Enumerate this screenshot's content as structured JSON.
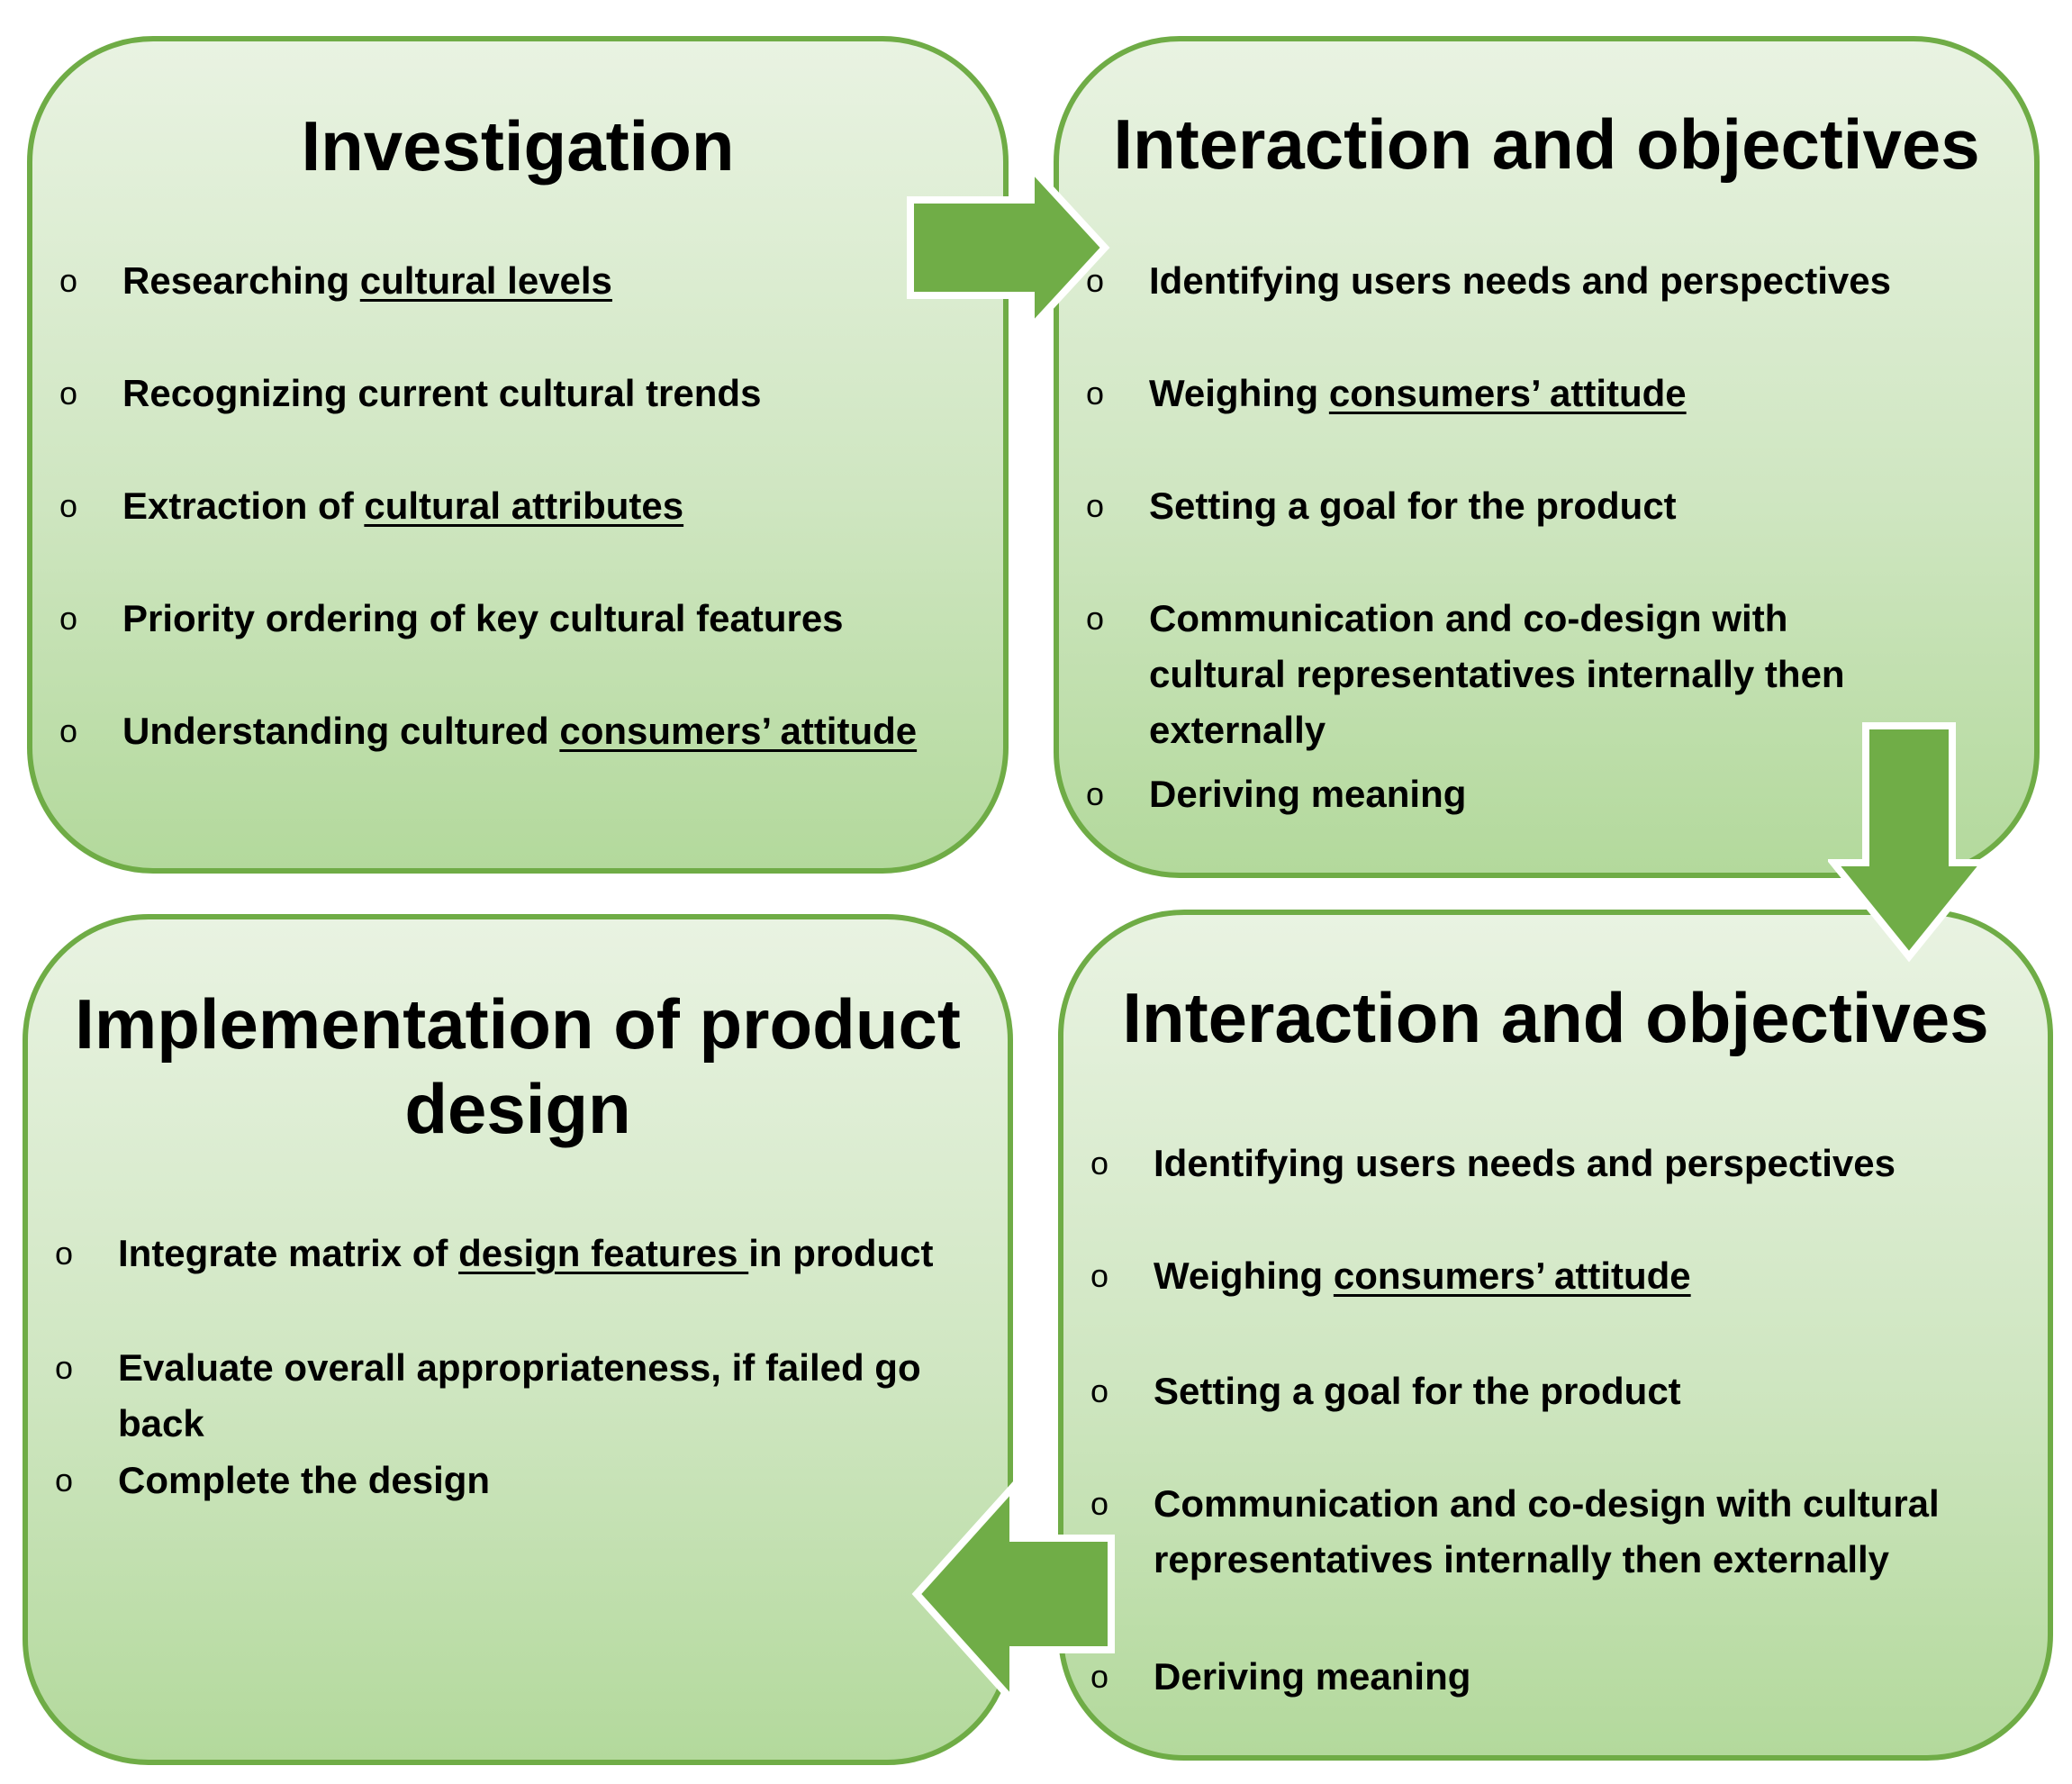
{
  "colors": {
    "border": "#6fac46",
    "arrow_fill": "#70ad47",
    "fill_top": "#e9f3e2",
    "fill_bottom": "#b3d99c"
  },
  "bullet": "o",
  "panels": [
    {
      "title": "Investigation",
      "items": [
        {
          "pre": "Researching ",
          "u": "cultural levels",
          "post": ""
        },
        {
          "pre": "Recognizing current cultural trends",
          "u": "",
          "post": ""
        },
        {
          "pre": "Extraction of ",
          "u": "cultural attributes",
          "post": ""
        },
        {
          "pre": "Priority ordering of key cultural features",
          "u": "",
          "post": ""
        },
        {
          "pre": "Understanding cultured ",
          "u": "consumers’ attitude",
          "post": ""
        }
      ]
    },
    {
      "title": "Interaction and objectives",
      "items": [
        {
          "pre": "Identifying users needs and perspectives",
          "u": "",
          "post": ""
        },
        {
          "pre": "Weighing ",
          "u": "consumers’ attitude",
          "post": ""
        },
        {
          "pre": "Setting a goal for the product",
          "u": "",
          "post": ""
        },
        {
          "pre": "Communication and co-design with cultural representatives internally then externally",
          "u": "",
          "post": ""
        },
        {
          "pre": "Deriving meaning",
          "u": "",
          "post": ""
        }
      ]
    },
    {
      "title": "Implementation of product design",
      "items": [
        {
          "pre": "Integrate matrix of ",
          "u": "design features ",
          "post": "in product"
        },
        {
          "pre": "Evaluate overall appropriateness, if failed go back",
          "u": "",
          "post": ""
        },
        {
          "pre": "Complete the design",
          "u": "",
          "post": ""
        }
      ]
    },
    {
      "title": "Interaction and objectives",
      "items": [
        {
          "pre": "Identifying users needs and perspectives",
          "u": "",
          "post": ""
        },
        {
          "pre": "Weighing ",
          "u": "consumers’ attitude",
          "post": ""
        },
        {
          "pre": "Setting a goal for the product",
          "u": "",
          "post": ""
        },
        {
          "pre": "Communication and co-design with cultural representatives internally then externally",
          "u": "",
          "post": ""
        },
        {
          "pre": "Deriving meaning",
          "u": "",
          "post": ""
        }
      ]
    }
  ]
}
